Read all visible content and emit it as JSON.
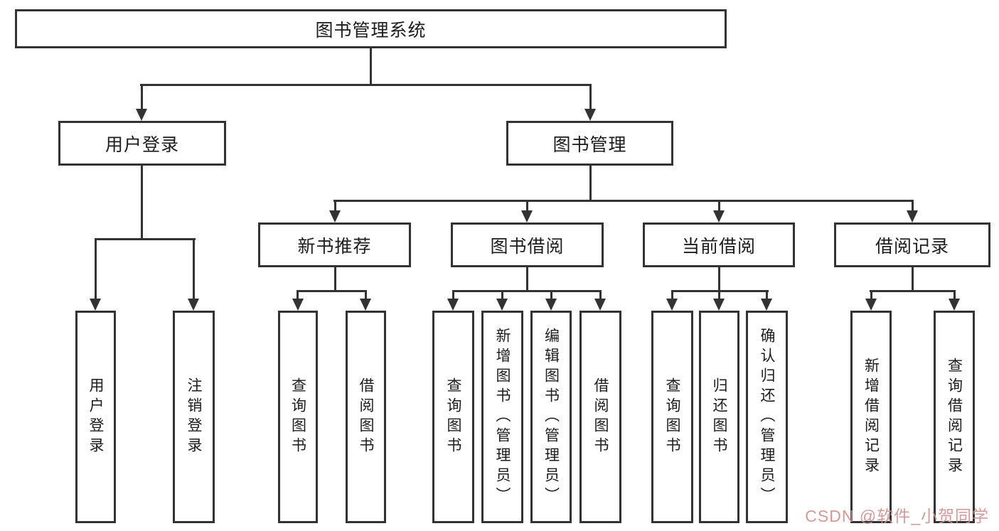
{
  "tree": {
    "label": "图书管理系统",
    "children": [
      {
        "label": "用户登录",
        "children": [
          {
            "label": "用户登录"
          },
          {
            "label": "注销登录"
          }
        ]
      },
      {
        "label": "图书管理",
        "children": [
          {
            "label": "新书推荐",
            "children": [
              {
                "label": "查询图书"
              },
              {
                "label": "借阅图书"
              }
            ]
          },
          {
            "label": "图书借阅",
            "children": [
              {
                "label": "查询图书"
              },
              {
                "label": "新增图书（管理员）"
              },
              {
                "label": "编辑图书（管理员）"
              },
              {
                "label": "借阅图书"
              }
            ]
          },
          {
            "label": "当前借阅",
            "children": [
              {
                "label": "查询图书"
              },
              {
                "label": "归还图书"
              },
              {
                "label": "确认归还（管理员）"
              }
            ]
          },
          {
            "label": "借阅记录",
            "children": [
              {
                "label": "新增借阅记录"
              },
              {
                "label": "查询借阅记录"
              }
            ]
          }
        ]
      }
    ]
  },
  "watermark": {
    "text": "CSDN @软件_小贺同学",
    "color": "#d08f8f"
  },
  "colors": {
    "line": "#333333",
    "box_border": "#333333",
    "text": "#1c1c1c",
    "background": "#ffffff"
  }
}
